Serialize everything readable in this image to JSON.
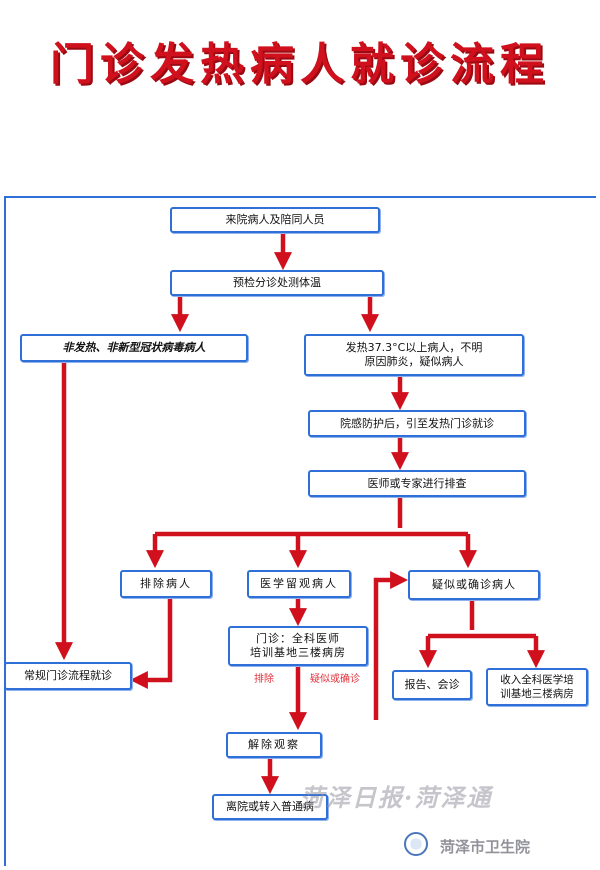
{
  "title": "门诊发热病人就诊流程",
  "nodes": {
    "arrival": "来院病人及陪同人员",
    "triage": "预检分诊处测体温",
    "non_fever": "非发热、非新型冠状病毒病人",
    "fever": "发热37.3°C以上病人，不明\n原因肺炎，疑似病人",
    "protection": "院感防护后，引至发热门诊就诊",
    "doctor_check": "医师或专家进行排查",
    "excluded": "排除病人",
    "observation": "医学留观病人",
    "suspected": "疑似或确诊病人",
    "outpatient_ward": "门诊：全科医师\n培训基地三楼病房",
    "regular_clinic": "常规门诊流程就诊",
    "report": "报告、会诊",
    "admit": "收入全科医学培\n训基地三楼病房",
    "release": "解除观察",
    "discharge": "离院或转入普通病"
  },
  "notes": {
    "exclude": "排除",
    "suspected_case": "疑似或确诊"
  },
  "watermark": {
    "newspaper": "菏泽日报·菏泽通",
    "institution": "菏泽市卫生院"
  },
  "colors": {
    "arrow": "#d0101c",
    "node_border": "#2f6fd8",
    "title": "#d0101c"
  }
}
